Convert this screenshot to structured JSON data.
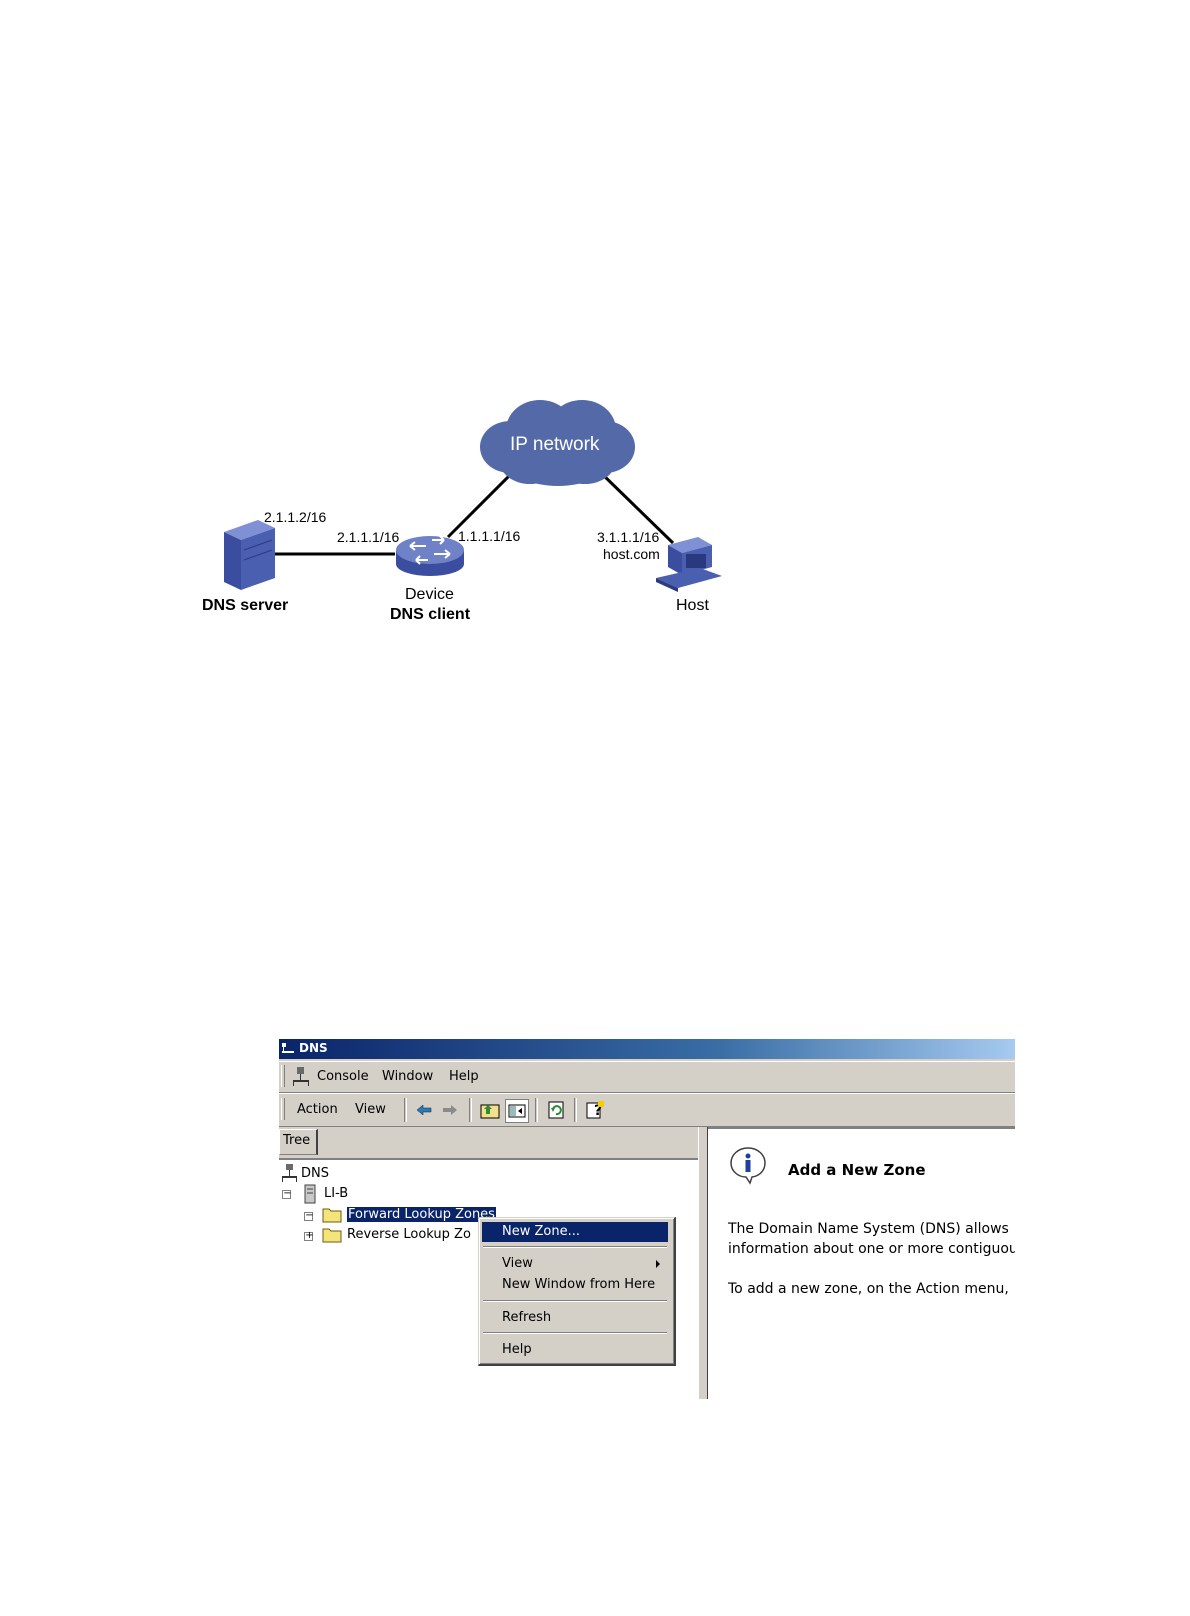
{
  "diagram": {
    "cloud_label": "IP network",
    "dns_server": {
      "label": "DNS server",
      "ip": "2.1.1.2/16"
    },
    "device": {
      "label": "Device",
      "role": "DNS client",
      "ip_left": "2.1.1.1/16",
      "ip_right": "1.1.1.1/16"
    },
    "host": {
      "label": "Host",
      "ip": "3.1.1.1/16",
      "hostname": "host.com"
    },
    "colors": {
      "cloud": "#5469a8",
      "equipment": "#4a5fb0",
      "link": "#000000"
    }
  },
  "dns_console": {
    "title": "DNS",
    "menu": [
      "Console",
      "Window",
      "Help"
    ],
    "action_menu": [
      "Action",
      "View"
    ],
    "tab": "Tree",
    "tree": {
      "root": "DNS",
      "server": "LI-B",
      "zones": [
        "Forward Lookup Zones",
        "Reverse Lookup Zones"
      ]
    },
    "context_menu": {
      "items": [
        "New Zone...",
        "View",
        "New Window from Here",
        "Refresh",
        "Help"
      ]
    },
    "right_pane": {
      "title": "Add a New Zone",
      "lines": [
        "The Domain Name System (DNS) allows",
        "information about one or more contiguou",
        "To add a new zone, on the Action menu,"
      ]
    }
  }
}
